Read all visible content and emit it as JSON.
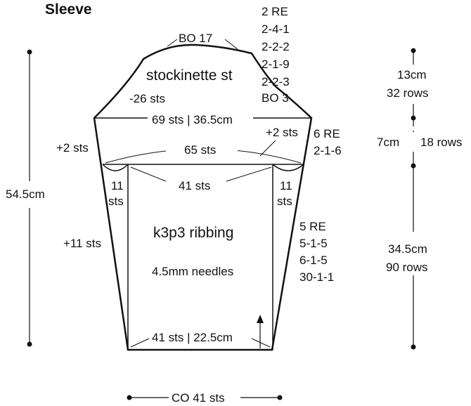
{
  "diagram": {
    "title": "Sleeve",
    "top": {
      "bo_label": "BO 17",
      "stitch_pattern": "stockinette st",
      "decrease_label": "-26 sts",
      "cap_shaping": [
        "2 RE",
        "2-4-1",
        "2-2-2",
        "2-1-9",
        "2-2-3",
        "BO 3"
      ]
    },
    "upper_width": "69 sts | 36.5cm",
    "left_increase_upper": "+2 sts",
    "right_increase_upper": "+2 sts",
    "middle_width": "65 sts",
    "right_shaping_upper": [
      "6 RE",
      "2-1-6"
    ],
    "inner_width": "41 sts",
    "gusset_left": [
      "11",
      "sts"
    ],
    "gusset_right": [
      "11",
      "sts"
    ],
    "body": {
      "stitch_pattern": "k3p3 ribbing",
      "needles": "4.5mm needles"
    },
    "left_increase_lower": "+11 sts",
    "right_shaping_lower": [
      "5 RE",
      "5-1-5",
      "6-1-5",
      "30-1-1"
    ],
    "bottom_width": "41 sts | 22.5cm",
    "cast_on": "CO 41 sts",
    "total_length": "54.5cm",
    "measurements_right": {
      "cap_cm": "13cm",
      "cap_rows": "32 rows",
      "mid_cm": "7cm",
      "mid_rows": "18 rows",
      "lower_cm": "34.5cm",
      "lower_rows": "90 rows"
    }
  }
}
